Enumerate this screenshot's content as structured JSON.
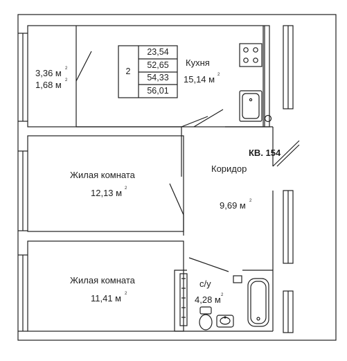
{
  "apartment": {
    "label": "КВ. 154"
  },
  "unit_sup": "2",
  "area_table": {
    "rooms": "2",
    "values": [
      "23,54",
      "52,65",
      "54,33",
      "56,01"
    ]
  },
  "rooms": {
    "balcony": {
      "area_full": "3,36 м",
      "area_reduced": "1,68 м"
    },
    "kitchen": {
      "name": "Кухня",
      "area": "15,14 м"
    },
    "corridor": {
      "name": "Коридор",
      "area": "9,69 м"
    },
    "living1": {
      "name": "Жилая комната",
      "area": "12,13 м"
    },
    "living2": {
      "name": "Жилая комната",
      "area": "11,41 м"
    },
    "bathroom": {
      "name": "с/у",
      "area": "4,28 м"
    }
  },
  "colors": {
    "wall": "#1e1e1e",
    "background": "#ffffff"
  }
}
